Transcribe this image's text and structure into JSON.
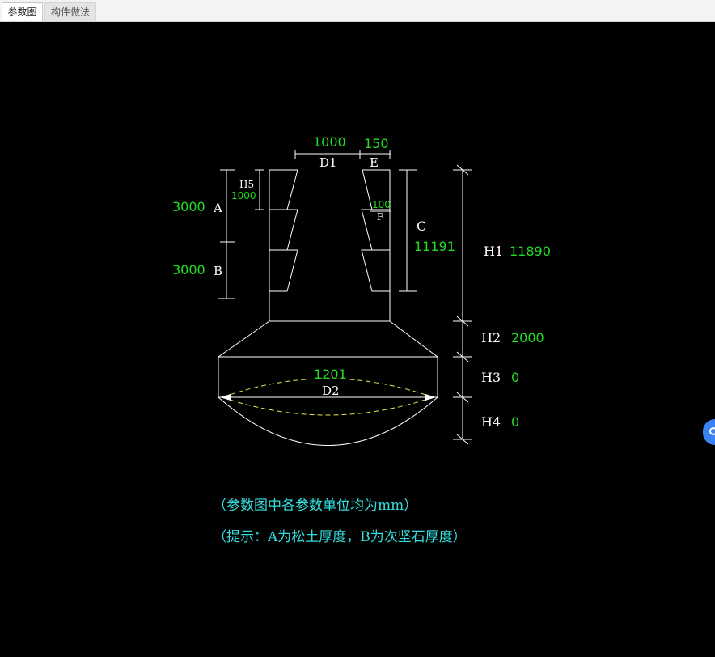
{
  "tabs": [
    {
      "label": "参数图",
      "active": true
    },
    {
      "label": "构件做法",
      "active": false
    }
  ],
  "labels": {
    "D1": "D1",
    "E": "E",
    "F": "F",
    "A": "A",
    "B": "B",
    "C": "C",
    "H1": "H1",
    "H2": "H2",
    "H3": "H3",
    "H4": "H4",
    "H5": "H5",
    "D2": "D2"
  },
  "values": {
    "D1": "1000",
    "E": "150",
    "F": "100",
    "A": "3000",
    "B": "3000",
    "C": "11191",
    "H1": "11890",
    "H2": "2000",
    "H3": "0",
    "H4": "0",
    "H5": "1000",
    "D2": "1201"
  },
  "notes": {
    "unit": "（参数图中各参数单位均为mm）",
    "hint": "（提示：A为松土厚度，B为次坚石厚度）"
  },
  "colors": {
    "background": "#000000",
    "lines": "#ffffff",
    "values": "#22dd22",
    "notes": "#33dddd",
    "dashed_arc": "#e8e84a",
    "float_button": "#3b82f6"
  }
}
